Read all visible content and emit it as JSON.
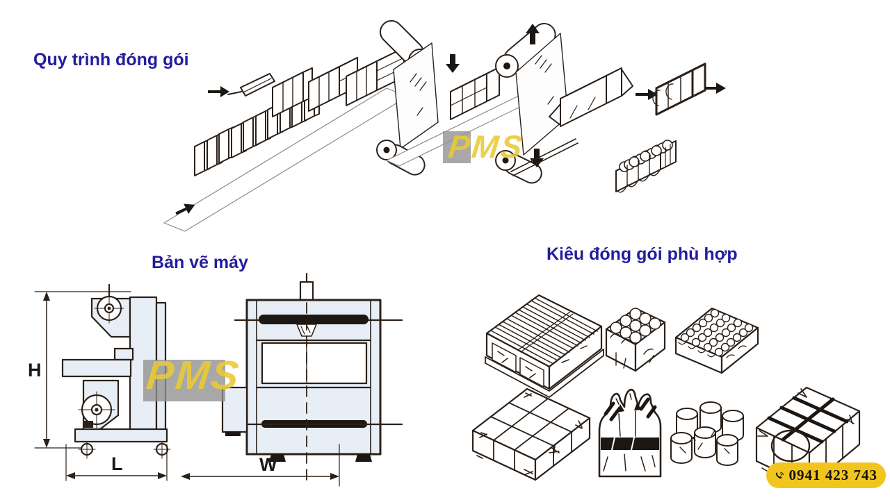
{
  "titles": {
    "process": "Quy trình đóng gói",
    "machine_drawing": "Bản vẽ máy",
    "packaging_styles": "Kiêu đóng gói phù hợp"
  },
  "machine_dimensions": {
    "height": "H",
    "length": "L",
    "width": "W"
  },
  "watermark": {
    "text": "PMS"
  },
  "contact": {
    "phone": "0941 423 743"
  },
  "colors": {
    "title_blue": "#231d9e",
    "line_ink": "#2b2119",
    "machine_fill": "#e7eef6",
    "badge_yellow": "#f2c41e",
    "watermark_yellow": "#e9c933",
    "watermark_gray": "#8f8f8f"
  }
}
